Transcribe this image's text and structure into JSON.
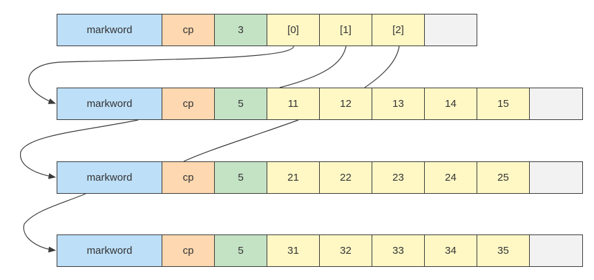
{
  "colors": {
    "markword": "#bddff8",
    "cp": "#fdd8b0",
    "length": "#c4e3c5",
    "value": "#fff8c5",
    "empty": "#f2f2f2",
    "line": "#3a3a3a"
  },
  "rows": [
    {
      "cells": [
        {
          "text": "markword",
          "kind": "markword"
        },
        {
          "text": "cp",
          "kind": "cp"
        },
        {
          "text": "3",
          "kind": "length"
        },
        {
          "text": "[0]",
          "kind": "value"
        },
        {
          "text": "[1]",
          "kind": "value"
        },
        {
          "text": "[2]",
          "kind": "value"
        },
        {
          "text": "",
          "kind": "empty"
        }
      ]
    },
    {
      "cells": [
        {
          "text": "markword",
          "kind": "markword"
        },
        {
          "text": "cp",
          "kind": "cp"
        },
        {
          "text": "5",
          "kind": "length"
        },
        {
          "text": "11",
          "kind": "value"
        },
        {
          "text": "12",
          "kind": "value"
        },
        {
          "text": "13",
          "kind": "value"
        },
        {
          "text": "14",
          "kind": "value"
        },
        {
          "text": "15",
          "kind": "value"
        },
        {
          "text": "",
          "kind": "empty"
        }
      ]
    },
    {
      "cells": [
        {
          "text": "markword",
          "kind": "markword"
        },
        {
          "text": "cp",
          "kind": "cp"
        },
        {
          "text": "5",
          "kind": "length"
        },
        {
          "text": "21",
          "kind": "value"
        },
        {
          "text": "22",
          "kind": "value"
        },
        {
          "text": "23",
          "kind": "value"
        },
        {
          "text": "24",
          "kind": "value"
        },
        {
          "text": "25",
          "kind": "value"
        },
        {
          "text": "",
          "kind": "empty"
        }
      ]
    },
    {
      "cells": [
        {
          "text": "markword",
          "kind": "markword"
        },
        {
          "text": "cp",
          "kind": "cp"
        },
        {
          "text": "5",
          "kind": "length"
        },
        {
          "text": "31",
          "kind": "value"
        },
        {
          "text": "32",
          "kind": "value"
        },
        {
          "text": "33",
          "kind": "value"
        },
        {
          "text": "34",
          "kind": "value"
        },
        {
          "text": "35",
          "kind": "value"
        },
        {
          "text": "",
          "kind": "empty"
        }
      ]
    }
  ]
}
